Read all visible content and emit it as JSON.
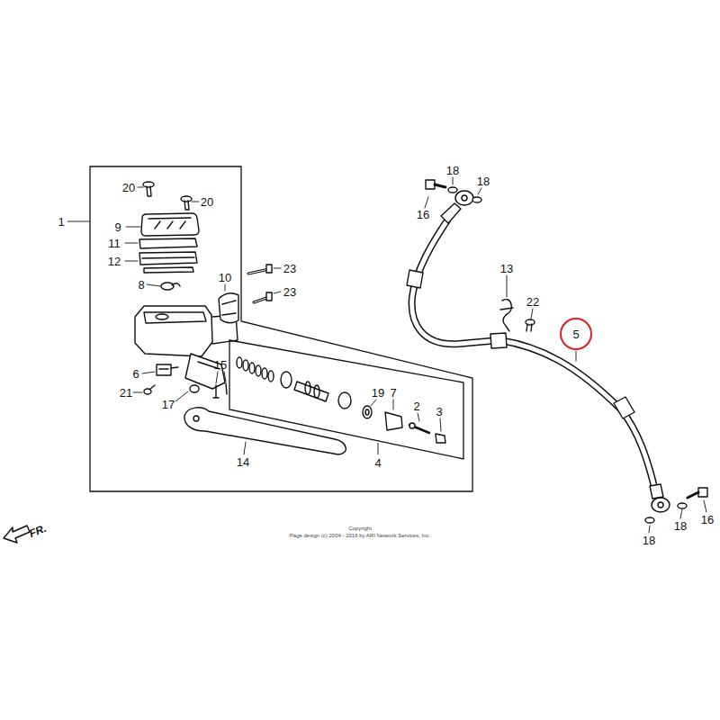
{
  "diagram": {
    "nodes": [
      {
        "text": [
          "1"
        ]
      },
      {
        "text": [
          "4"
        ],
        "in": 0
      }
    ],
    "labels": [
      "20",
      "20",
      "9",
      "11",
      "12",
      "8",
      "10",
      "23",
      "23",
      "6",
      "21",
      "17",
      "15",
      "14",
      "19",
      "7",
      "2",
      "3",
      "18",
      "18",
      "16",
      "13",
      "22",
      "5",
      "18",
      "16",
      "18",
      "FR.",
      "Copyright",
      "Page design (c) 2004 - 2016 by ARI Network Services, Inc."
    ]
  }
}
